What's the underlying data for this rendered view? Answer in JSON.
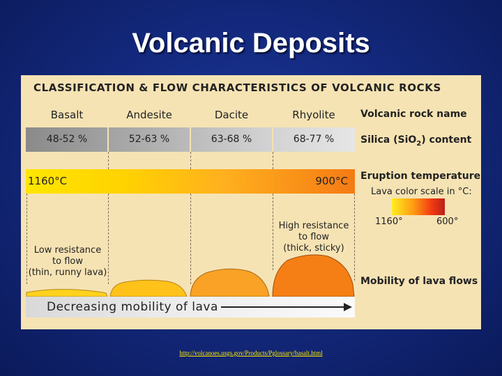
{
  "slide": {
    "title": "Volcanic Deposits",
    "link": "http://volcanoes.usgs.gov/Products/Pglossary/basalt.html"
  },
  "diagram": {
    "title": "CLASSIFICATION & FLOW CHARACTERISTICS OF VOLCANIC ROCKS",
    "rocks": [
      "Basalt",
      "Andesite",
      "Dacite",
      "Rhyolite"
    ],
    "silica": [
      "48-52 %",
      "52-63 %",
      "63-68 %",
      "68-77 %"
    ],
    "labels": {
      "rock_name": "Volcanic rock name",
      "silica_content": "Silica (SiO",
      "silica_sub": "2",
      "silica_tail": ") content",
      "eruption_temp": "Eruption temperature",
      "scale_caption": "Lava color scale in °C:",
      "mobility_flows": "Mobility of lava flows"
    },
    "temperature": {
      "hot": "1160°C",
      "cool": "900°C"
    },
    "color_scale": {
      "low": "1160°",
      "high": "600°"
    },
    "notes": {
      "low_resistance": [
        "Low resistance",
        "to flow",
        "(thin, runny lava)"
      ],
      "high_resistance": [
        "High resistance",
        "to flow",
        "(thick, sticky)"
      ]
    },
    "arrow_label": "Decreasing mobility of lava",
    "colors": {
      "panel": "#f6e3b4",
      "basalt_flow": "#ffd21e",
      "andesite_flow": "#ffc21a",
      "dacite_flow": "#f9a225",
      "rhyolite_flow": "#f57f14"
    }
  }
}
